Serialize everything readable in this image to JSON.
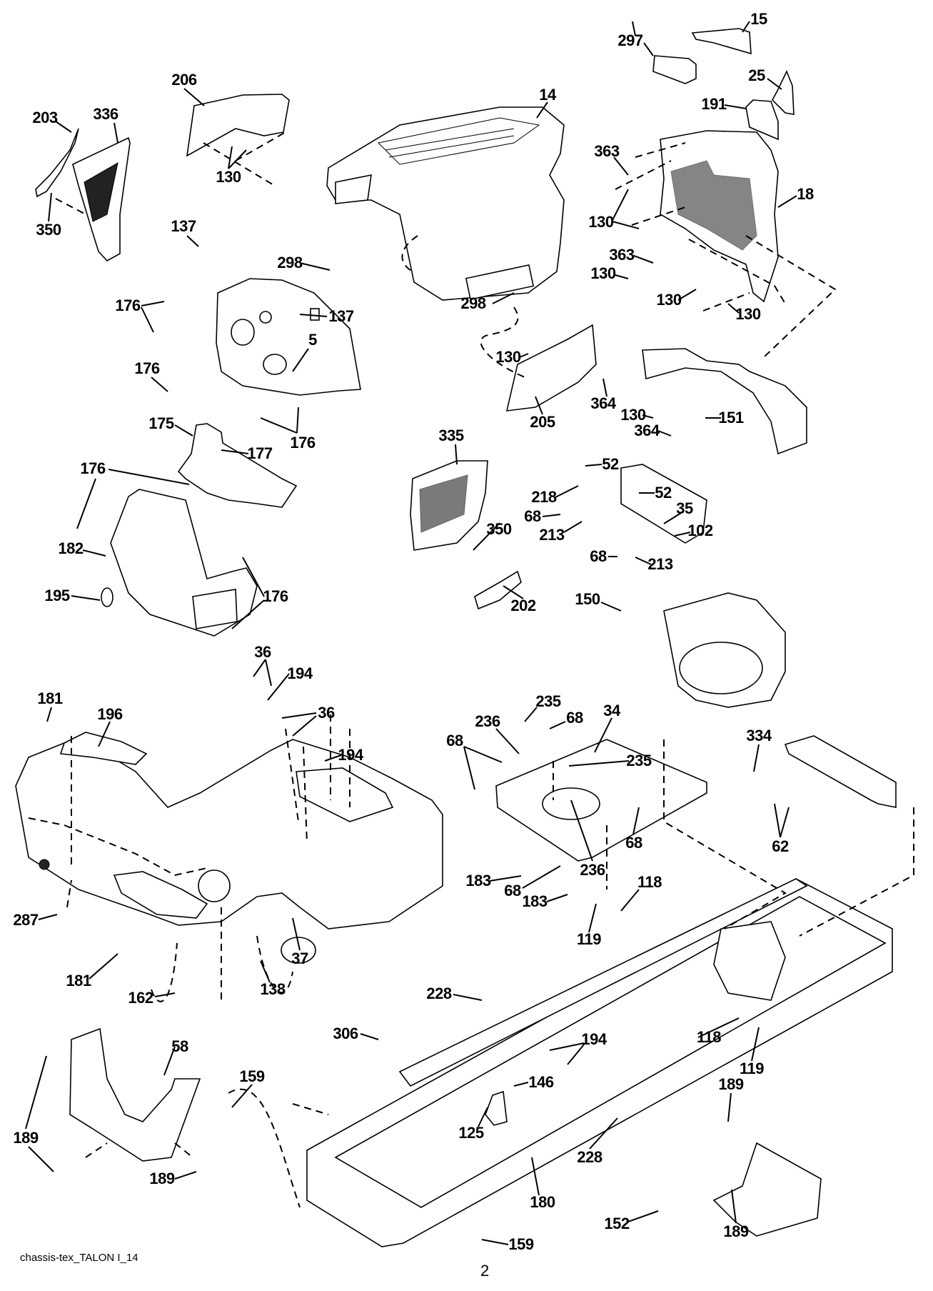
{
  "diagram": {
    "caption": "chassis-tex_TALON I_14",
    "page_number": "2",
    "callouts": [
      {
        "id": "c1",
        "label": "15"
      },
      {
        "id": "c2",
        "label": "297"
      },
      {
        "id": "c3",
        "label": "25"
      },
      {
        "id": "c4",
        "label": "14"
      },
      {
        "id": "c5",
        "label": "191"
      },
      {
        "id": "c6",
        "label": "206"
      },
      {
        "id": "c7",
        "label": "203"
      },
      {
        "id": "c8",
        "label": "336"
      },
      {
        "id": "c9",
        "label": "130"
      },
      {
        "id": "c10",
        "label": "363"
      },
      {
        "id": "c11",
        "label": "18"
      },
      {
        "id": "c12",
        "label": "130"
      },
      {
        "id": "c13",
        "label": "350"
      },
      {
        "id": "c14",
        "label": "137"
      },
      {
        "id": "c15",
        "label": "298"
      },
      {
        "id": "c16",
        "label": "363"
      },
      {
        "id": "c17",
        "label": "130"
      },
      {
        "id": "c18",
        "label": "176"
      },
      {
        "id": "c19",
        "label": "137"
      },
      {
        "id": "c20",
        "label": "298"
      },
      {
        "id": "c21",
        "label": "130"
      },
      {
        "id": "c22",
        "label": "130"
      },
      {
        "id": "c23",
        "label": "5"
      },
      {
        "id": "c24",
        "label": "130"
      },
      {
        "id": "c25",
        "label": "176"
      },
      {
        "id": "c26",
        "label": "364"
      },
      {
        "id": "c27",
        "label": "130"
      },
      {
        "id": "c28",
        "label": "176"
      },
      {
        "id": "c29",
        "label": "205"
      },
      {
        "id": "c30",
        "label": "151"
      },
      {
        "id": "c31",
        "label": "175"
      },
      {
        "id": "c32",
        "label": "364"
      },
      {
        "id": "c33",
        "label": "177"
      },
      {
        "id": "c34",
        "label": "335"
      },
      {
        "id": "c35",
        "label": "176"
      },
      {
        "id": "c36",
        "label": "52"
      },
      {
        "id": "c37",
        "label": "218"
      },
      {
        "id": "c38",
        "label": "52"
      },
      {
        "id": "c39",
        "label": "68"
      },
      {
        "id": "c40",
        "label": "35"
      },
      {
        "id": "c41",
        "label": "213"
      },
      {
        "id": "c42",
        "label": "350"
      },
      {
        "id": "c43",
        "label": "102"
      },
      {
        "id": "c44",
        "label": "182"
      },
      {
        "id": "c45",
        "label": "68"
      },
      {
        "id": "c46",
        "label": "213"
      },
      {
        "id": "c47",
        "label": "176"
      },
      {
        "id": "c48",
        "label": "195"
      },
      {
        "id": "c49",
        "label": "202"
      },
      {
        "id": "c50",
        "label": "150"
      },
      {
        "id": "c51",
        "label": "36"
      },
      {
        "id": "c52",
        "label": "194"
      },
      {
        "id": "c53",
        "label": "181"
      },
      {
        "id": "c54",
        "label": "196"
      },
      {
        "id": "c55",
        "label": "235"
      },
      {
        "id": "c56",
        "label": "36"
      },
      {
        "id": "c57",
        "label": "68"
      },
      {
        "id": "c58",
        "label": "34"
      },
      {
        "id": "c59",
        "label": "236"
      },
      {
        "id": "c60",
        "label": "334"
      },
      {
        "id": "c61",
        "label": "68"
      },
      {
        "id": "c62",
        "label": "194"
      },
      {
        "id": "c63",
        "label": "235"
      },
      {
        "id": "c64",
        "label": "68"
      },
      {
        "id": "c65",
        "label": "62"
      },
      {
        "id": "c66",
        "label": "236"
      },
      {
        "id": "c67",
        "label": "183"
      },
      {
        "id": "c68",
        "label": "68"
      },
      {
        "id": "c69",
        "label": "183"
      },
      {
        "id": "c70",
        "label": "118"
      },
      {
        "id": "c71",
        "label": "287"
      },
      {
        "id": "c72",
        "label": "119"
      },
      {
        "id": "c73",
        "label": "37"
      },
      {
        "id": "c74",
        "label": "181"
      },
      {
        "id": "c75",
        "label": "162"
      },
      {
        "id": "c76",
        "label": "138"
      },
      {
        "id": "c77",
        "label": "228"
      },
      {
        "id": "c78",
        "label": "306"
      },
      {
        "id": "c79",
        "label": "194"
      },
      {
        "id": "c80",
        "label": "118"
      },
      {
        "id": "c81",
        "label": "58"
      },
      {
        "id": "c82",
        "label": "146"
      },
      {
        "id": "c83",
        "label": "119"
      },
      {
        "id": "c84",
        "label": "159"
      },
      {
        "id": "c85",
        "label": "189"
      },
      {
        "id": "c86",
        "label": "125"
      },
      {
        "id": "c87",
        "label": "228"
      },
      {
        "id": "c88",
        "label": "189"
      },
      {
        "id": "c89",
        "label": "189"
      },
      {
        "id": "c90",
        "label": "180"
      },
      {
        "id": "c91",
        "label": "152"
      },
      {
        "id": "c92",
        "label": "159"
      },
      {
        "id": "c93",
        "label": "189"
      }
    ]
  }
}
